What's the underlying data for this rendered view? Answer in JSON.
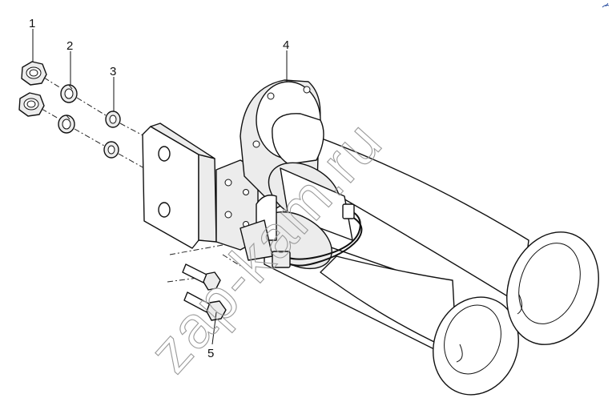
{
  "callouts": [
    {
      "id": "1",
      "text": "1"
    },
    {
      "id": "2",
      "text": "2"
    },
    {
      "id": "3",
      "text": "3"
    },
    {
      "id": "4",
      "text": "4"
    },
    {
      "id": "5",
      "text": "5"
    }
  ],
  "watermark": {
    "text": "zap-kam.ru"
  },
  "colors": {
    "line": "#111111",
    "shade": "#d9d9d9",
    "watermark": "#9a9a9a",
    "background": "#ffffff"
  }
}
